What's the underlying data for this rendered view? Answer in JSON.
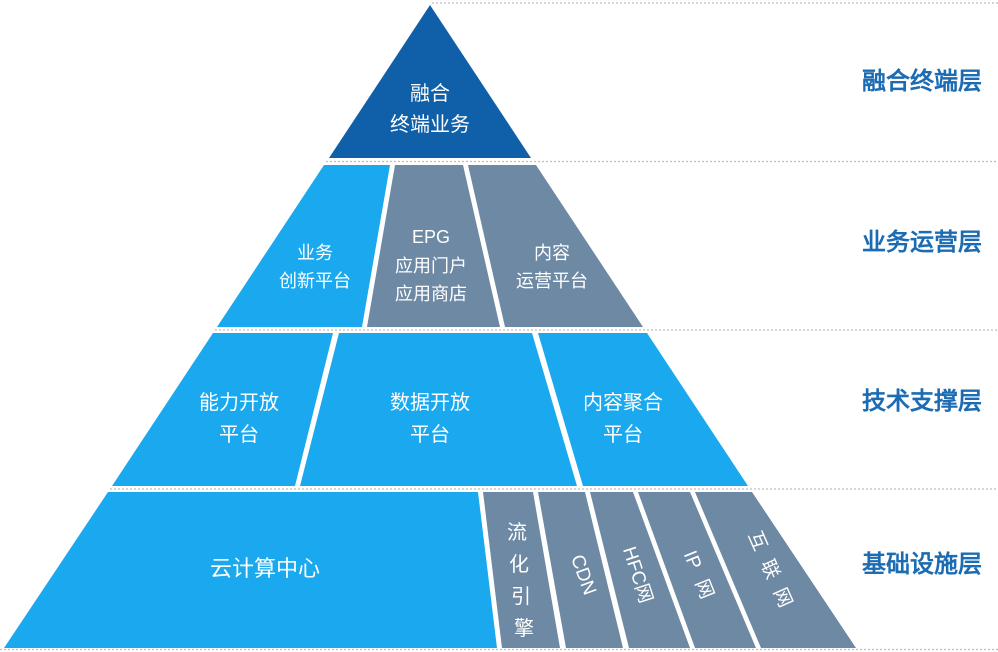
{
  "colors": {
    "apex": "#0f5fa9",
    "platform": "#1aa9ef",
    "service": "#6e89a3",
    "layer_label": "#1c6cb4",
    "divider": "#bdbdbd"
  },
  "layers": [
    {
      "label": "融合终端层",
      "pieces": [
        {
          "fill": "#0f5fa9",
          "lines": [
            "融合",
            "终端业务"
          ]
        }
      ]
    },
    {
      "label": "业务运营层",
      "pieces": [
        {
          "fill": "#1aa9ef",
          "lines": [
            "业务",
            "创新平台"
          ]
        },
        {
          "fill": "#6e89a3",
          "lines": [
            "EPG",
            "应用门户",
            "应用商店"
          ]
        },
        {
          "fill": "#6e89a3",
          "lines": [
            "内容",
            "运营平台"
          ]
        }
      ]
    },
    {
      "label": "技术支撑层",
      "pieces": [
        {
          "fill": "#1aa9ef",
          "lines": [
            "能力开放",
            "平台"
          ]
        },
        {
          "fill": "#1aa9ef",
          "lines": [
            "数据开放",
            "平台"
          ]
        },
        {
          "fill": "#1aa9ef",
          "lines": [
            "内容聚合",
            "平台"
          ]
        }
      ]
    },
    {
      "label": "基础设施层",
      "pieces": [
        {
          "fill": "#1aa9ef",
          "lines": [
            "云计算中心"
          ]
        },
        {
          "fill": "#6e89a3",
          "lines": [
            "流",
            "化",
            "引",
            "擎"
          ]
        },
        {
          "fill": "#6e89a3",
          "lines": [
            "CDN"
          ]
        },
        {
          "fill": "#6e89a3",
          "lines": [
            "HFC网"
          ]
        },
        {
          "fill": "#6e89a3",
          "lines": [
            "IP 网"
          ]
        },
        {
          "fill": "#6e89a3",
          "lines": [
            "互联网"
          ]
        }
      ]
    }
  ]
}
